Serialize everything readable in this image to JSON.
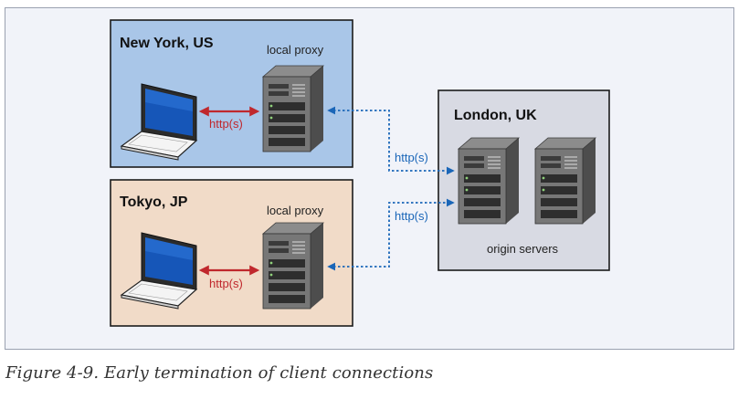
{
  "regions": {
    "new_york": {
      "title": "New York, US",
      "proxy_label": "local proxy",
      "link_label": "http(s)",
      "fill": "#a9c6e8"
    },
    "tokyo": {
      "title": "Tokyo, JP",
      "proxy_label": "local proxy",
      "link_label": "http(s)",
      "fill": "#f1dbc8"
    },
    "london": {
      "title": "London, UK",
      "servers_label": "origin servers",
      "fill": "#d8dae3"
    }
  },
  "links": {
    "ny_to_london_label": "http(s)",
    "tokyo_to_london_label": "http(s)"
  },
  "colors": {
    "local_link": "#c0282d",
    "remote_link": "#1a66b8",
    "background": "#f1f3f9"
  },
  "icons": {
    "client": "laptop-icon",
    "proxy": "server-icon",
    "origin": "server-icon"
  },
  "caption": "Figure 4-9. Early termination of client connections"
}
